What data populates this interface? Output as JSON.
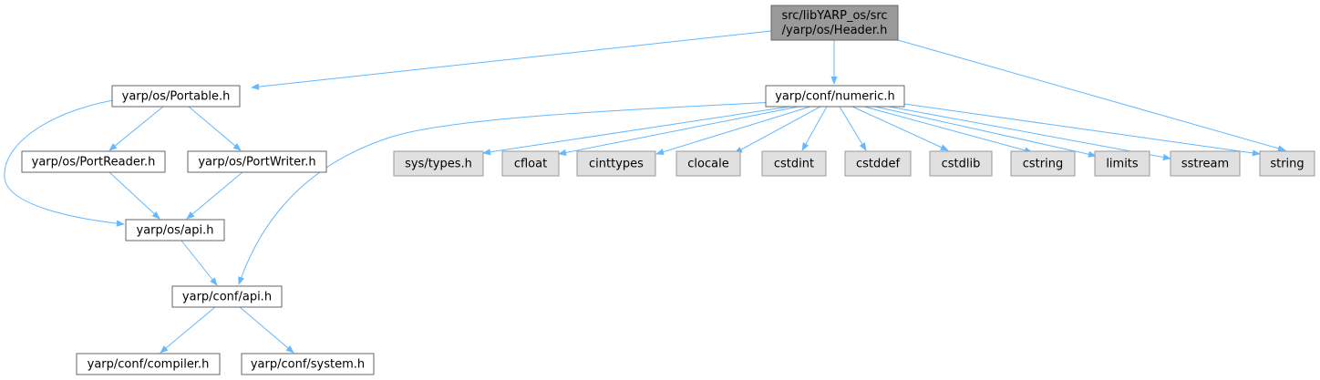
{
  "nodes": {
    "root": {
      "lines": [
        "src/libYARP_os/src",
        "/yarp/os/Header.h"
      ],
      "kind": "root"
    },
    "portable": {
      "lines": [
        "yarp/os/Portable.h"
      ],
      "kind": "header"
    },
    "numeric": {
      "lines": [
        "yarp/conf/numeric.h"
      ],
      "kind": "header"
    },
    "portreader": {
      "lines": [
        "yarp/os/PortReader.h"
      ],
      "kind": "header"
    },
    "portwriter": {
      "lines": [
        "yarp/os/PortWriter.h"
      ],
      "kind": "header"
    },
    "osapi": {
      "lines": [
        "yarp/os/api.h"
      ],
      "kind": "header"
    },
    "confapi": {
      "lines": [
        "yarp/conf/api.h"
      ],
      "kind": "header"
    },
    "compiler": {
      "lines": [
        "yarp/conf/compiler.h"
      ],
      "kind": "header"
    },
    "system": {
      "lines": [
        "yarp/conf/system.h"
      ],
      "kind": "header"
    },
    "systypes": {
      "lines": [
        "sys/types.h"
      ],
      "kind": "std"
    },
    "cfloat": {
      "lines": [
        "cfloat"
      ],
      "kind": "std"
    },
    "cinttypes": {
      "lines": [
        "cinttypes"
      ],
      "kind": "std"
    },
    "clocale": {
      "lines": [
        "clocale"
      ],
      "kind": "std"
    },
    "cstdint": {
      "lines": [
        "cstdint"
      ],
      "kind": "std"
    },
    "cstddef": {
      "lines": [
        "cstddef"
      ],
      "kind": "std"
    },
    "cstdlib": {
      "lines": [
        "cstdlib"
      ],
      "kind": "std"
    },
    "cstring": {
      "lines": [
        "cstring"
      ],
      "kind": "std"
    },
    "limits": {
      "lines": [
        "limits"
      ],
      "kind": "std"
    },
    "sstream": {
      "lines": [
        "sstream"
      ],
      "kind": "std"
    },
    "string": {
      "lines": [
        "string"
      ],
      "kind": "std"
    }
  },
  "edges": [
    [
      "root",
      "portable"
    ],
    [
      "root",
      "numeric"
    ],
    [
      "root",
      "string"
    ],
    [
      "portable",
      "portreader"
    ],
    [
      "portable",
      "portwriter"
    ],
    [
      "portable",
      "osapi"
    ],
    [
      "portreader",
      "osapi"
    ],
    [
      "portwriter",
      "osapi"
    ],
    [
      "osapi",
      "confapi"
    ],
    [
      "confapi",
      "compiler"
    ],
    [
      "confapi",
      "system"
    ],
    [
      "numeric",
      "confapi"
    ],
    [
      "numeric",
      "systypes"
    ],
    [
      "numeric",
      "cfloat"
    ],
    [
      "numeric",
      "cinttypes"
    ],
    [
      "numeric",
      "clocale"
    ],
    [
      "numeric",
      "cstdint"
    ],
    [
      "numeric",
      "cstddef"
    ],
    [
      "numeric",
      "cstdlib"
    ],
    [
      "numeric",
      "cstring"
    ],
    [
      "numeric",
      "limits"
    ],
    [
      "numeric",
      "sstream"
    ],
    [
      "numeric",
      "string"
    ]
  ],
  "colors": {
    "root_fill": "#999999",
    "std_fill": "#e0e0e0",
    "header_fill": "#ffffff",
    "edge": "#63b8ff"
  }
}
